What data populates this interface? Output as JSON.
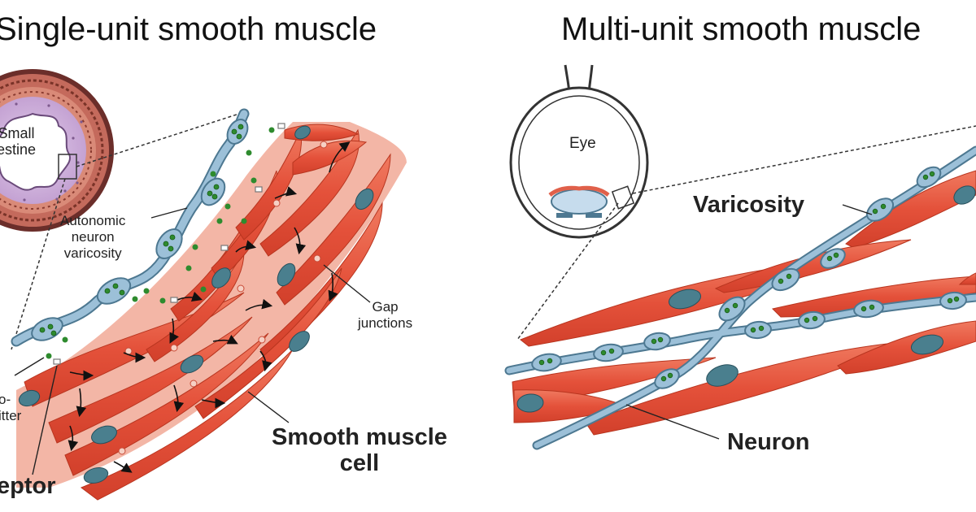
{
  "left_panel": {
    "title": "Single-unit smooth muscle",
    "inset_label_line1": "Small",
    "inset_label_line2": "estine",
    "label_autonomic_1": "Autonomic",
    "label_autonomic_2": "neuron",
    "label_autonomic_3": "varicosity",
    "label_gap_1": "Gap",
    "label_gap_2": "junctions",
    "label_neurotransmitter_1": "o-",
    "label_neurotransmitter_2": "itter",
    "label_receptor": "eptor",
    "label_smooth_1": "Smooth muscle",
    "label_smooth_2": "cell"
  },
  "right_panel": {
    "title": "Multi-unit smooth muscle",
    "inset_label": "Eye",
    "label_varicosity": "Varicosity",
    "label_neuron": "Neuron"
  },
  "colors": {
    "muscle": "#e8553d",
    "muscle_light": "#f28a73",
    "nucleus": "#3f6f80",
    "neuron": "#8fb3cc",
    "neuron_edge": "#4d7891",
    "vesicle": "#2e8b2e",
    "ring": "#b0574a",
    "lumen": "#c9a9d6"
  },
  "icons": [
    "autonomic-neuron-icon",
    "smooth-muscle-cell-icon",
    "eye-icon",
    "intestine-cross-section-icon"
  ]
}
